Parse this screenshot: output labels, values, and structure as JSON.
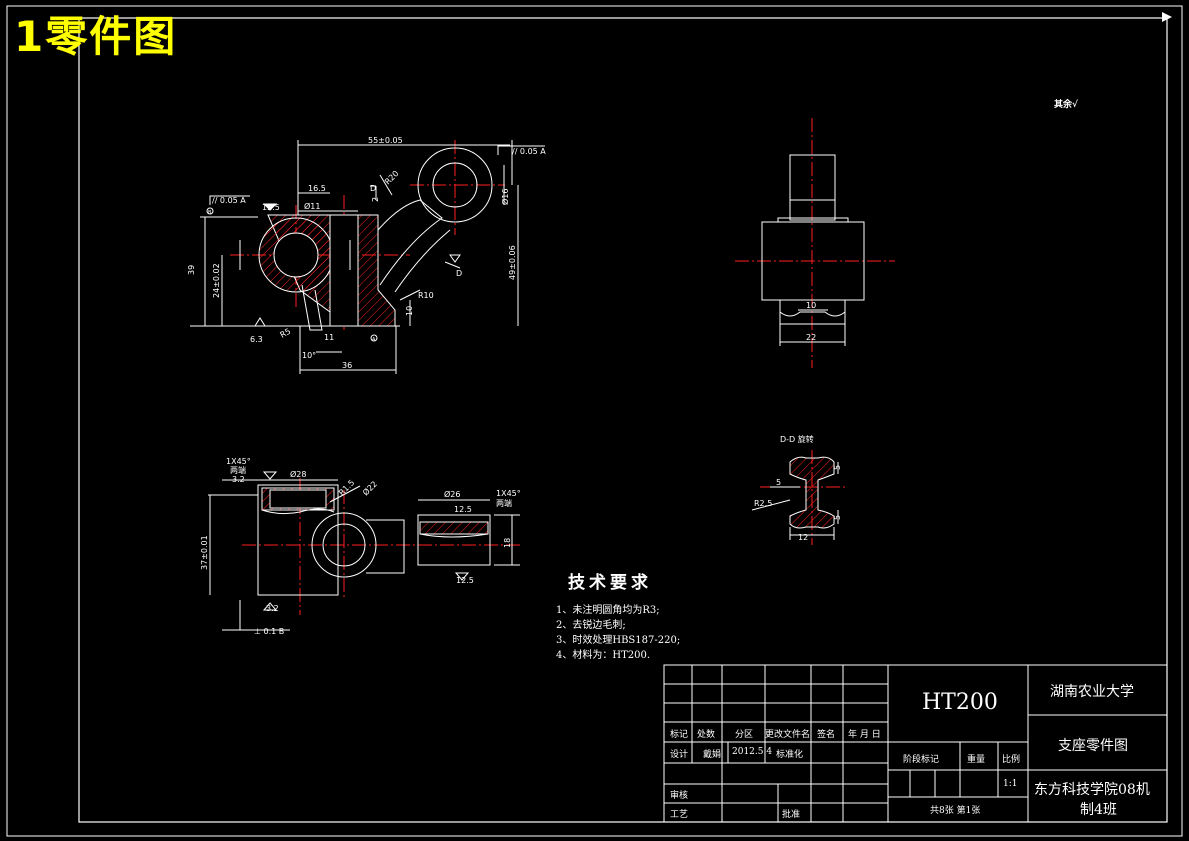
{
  "sheet_title": "1零件图",
  "surface_note": "其余√",
  "tech_requirements": {
    "title": "技术要求",
    "items": [
      "1、未注明圆角均为R3;",
      "2、去锐边毛刺;",
      "3、时效处理HBS187-220;",
      "4、材料为：HT200."
    ]
  },
  "dimensions_main_view": {
    "d_55": "55±0.05",
    "d_16_5": "16.5",
    "d_11": "Ø11",
    "d_39": "39",
    "d_24": "24±0.02",
    "d_49": "49±0.06",
    "d_36": "36",
    "d_11b": "11",
    "r20": "R20",
    "r10": "R10",
    "r5": "R5",
    "ang10": "10°",
    "d_10": "10",
    "d_2": "2",
    "d_16": "Ø16",
    "tol_a": "// 0.05 A",
    "tol_b": "// 0.05 A",
    "rough_12_5": "12.5",
    "rough_6_3": "6.3",
    "d_letter": "D",
    "datum_a": "A",
    "datum_b": "B"
  },
  "dimensions_side_view": {
    "d_10": "10",
    "d_22": "22"
  },
  "section_view": {
    "label": "D-D 旋转",
    "d_5a": "5",
    "d_5b": "5",
    "d_5c": "5",
    "r2_5": "R2.5",
    "d_12": "12"
  },
  "dimensions_top_view": {
    "d_28": "Ø28",
    "d_26": "Ø26",
    "r1_5": "R1.5",
    "d_22": "Ø22",
    "d_37": "37±0.01",
    "d_18": "18",
    "chamfer_a": "1X45°",
    "chamfer_a2": "两端",
    "chamfer_b": "1X45°",
    "chamfer_b2": "两端",
    "rough_3_2": "3.2",
    "rough_12_5": "12.5",
    "rough_3_2b": "3.2",
    "tol": "⊥ 0.1 B"
  },
  "title_block": {
    "material": "HT200",
    "school": "湖南农业大学",
    "drawing_name": "支座零件图",
    "class_line1": "东方科技学院08机",
    "class_line2": "制4班",
    "col_mark": "标记",
    "col_count": "处数",
    "col_zone": "分区",
    "col_change_doc": "更改文件名",
    "col_sign": "签名",
    "col_date": "年 月 日",
    "design": "设计",
    "designer": "戴娟",
    "design_date": "2012.5.4",
    "standardize": "标准化",
    "review": "审核",
    "process": "工艺",
    "approve": "批准",
    "stage_mark": "阶段标记",
    "weight": "重量",
    "scale_label": "比例",
    "scale": "1:1",
    "sheets": "共8张 第1张"
  },
  "colors": {
    "outline": "#ffffff",
    "centerline": "#ff0000",
    "hatch": "#ff0000",
    "dimension": "#ffffff",
    "title": "#ffff00",
    "background": "#000000"
  }
}
